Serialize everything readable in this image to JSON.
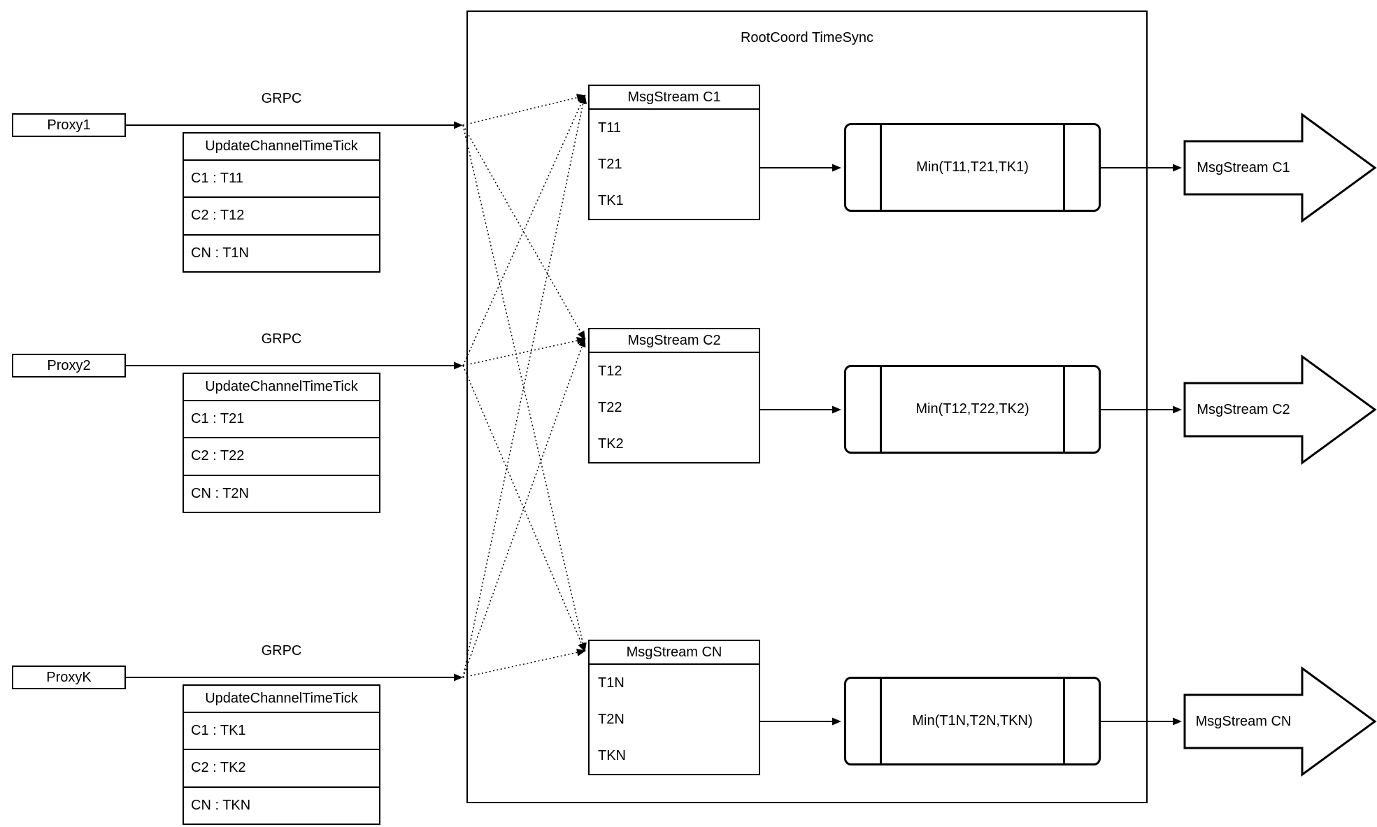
{
  "rootcoord": {
    "title": "RootCoord TimeSync"
  },
  "proxies": [
    {
      "name": "Proxy1",
      "grpc_label": "GRPC",
      "table": {
        "header": "UpdateChannelTimeTick",
        "rows": [
          "C1 : T11",
          "C2 : T12",
          "CN : T1N"
        ]
      }
    },
    {
      "name": "Proxy2",
      "grpc_label": "GRPC",
      "table": {
        "header": "UpdateChannelTimeTick",
        "rows": [
          "C1 : T21",
          "C2 : T22",
          "CN : T2N"
        ]
      }
    },
    {
      "name": "ProxyK",
      "grpc_label": "GRPC",
      "table": {
        "header": "UpdateChannelTimeTick",
        "rows": [
          "C1 : TK1",
          "C2 : TK2",
          "CN : TKN"
        ]
      }
    }
  ],
  "streams": [
    {
      "header": "MsgStream C1",
      "rows": [
        "T11",
        "T21",
        "TK1"
      ],
      "min_label": "Min(T11,T21,TK1)",
      "out_label": "MsgStream C1"
    },
    {
      "header": "MsgStream C2",
      "rows": [
        "T12",
        "T22",
        "TK2"
      ],
      "min_label": "Min(T12,T22,TK2)",
      "out_label": "MsgStream C2"
    },
    {
      "header": "MsgStream CN",
      "rows": [
        "T1N",
        "T2N",
        "TKN"
      ],
      "min_label": "Min(T1N,T2N,TKN)",
      "out_label": "MsgStream CN"
    }
  ],
  "colors": {
    "stroke": "#000000",
    "background": "#ffffff",
    "text": "#000000"
  }
}
